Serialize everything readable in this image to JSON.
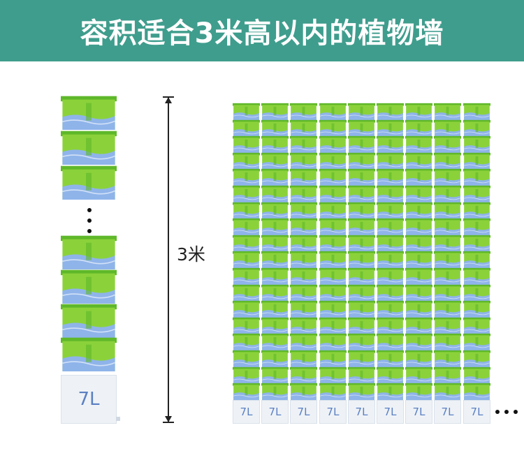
{
  "header": {
    "title": "容积适合3米高以内的植物墙"
  },
  "height_marker": {
    "label": "3米"
  },
  "tank": {
    "capacity_label": "7L"
  },
  "wall": {
    "columns": 9,
    "rows": 18
  },
  "colors": {
    "banner": "#3f9d8d",
    "pot_green": "#8bd23a",
    "pot_green_dark": "#5fb82a",
    "water_blue": "#8fb4ea",
    "tank_text": "#5b7fc2"
  },
  "icons": {
    "ellipsis_vertical": "vertical-ellipsis-icon",
    "ellipsis_horizontal": "horizontal-ellipsis-icon"
  }
}
